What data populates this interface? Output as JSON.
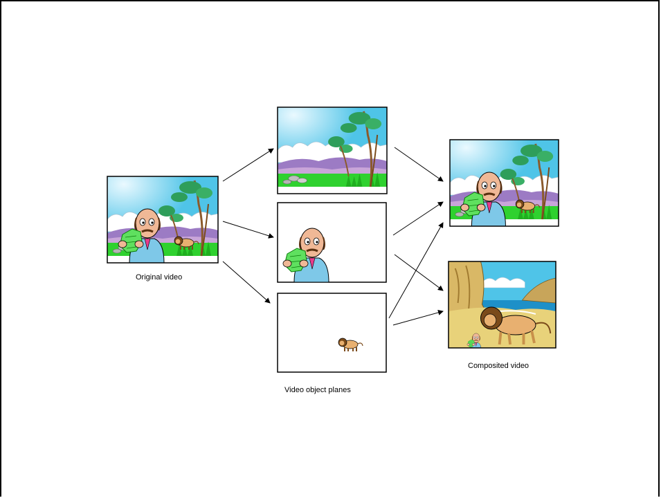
{
  "captions": {
    "original": "Original video",
    "vop": "Video object planes",
    "composite": "Composited video"
  },
  "colors": {
    "sky": "#4fc4e8",
    "cloud": "#ffffff",
    "mountain": "#9c7bc4",
    "grass": "#2fd12f",
    "trunk": "#8b5a2b",
    "leaf": "#2e9e5a",
    "skin": "#f0b896",
    "shirt": "#7ec8e8",
    "bill": "#5fe05f",
    "lion": "#e8b070",
    "mane": "#7a4a1a",
    "sand": "#e8d27a",
    "rock": "#c8a55a",
    "sea": "#1e90c8",
    "frame": "#000000"
  },
  "panels": {
    "original": "original-video-panel",
    "vop_background": "vop-background-panel",
    "vop_man": "vop-man-panel",
    "vop_lion": "vop-lion-panel",
    "composite_1": "composited-video-panel-1",
    "composite_2": "composited-video-panel-2"
  }
}
